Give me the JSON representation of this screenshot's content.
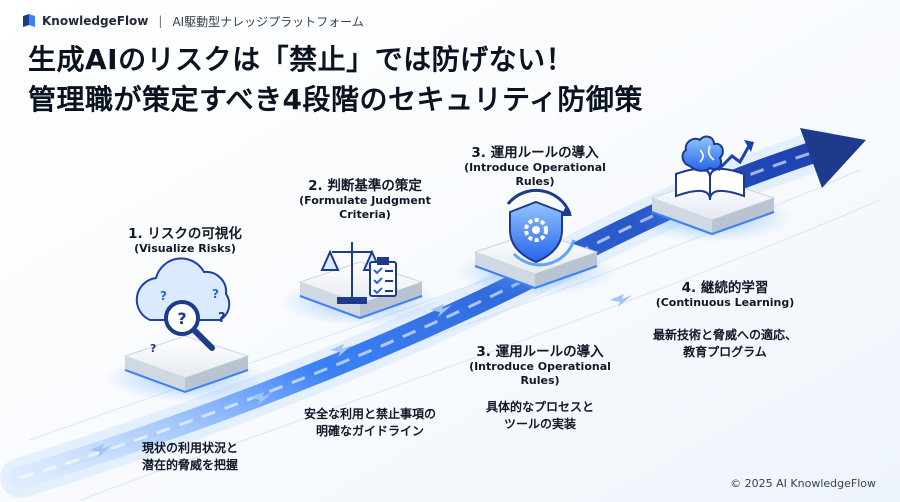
{
  "header": {
    "brand": "KnowledgeFlow",
    "separator": "|",
    "tagline": "AI駆動型ナレッジプラットフォーム"
  },
  "title": {
    "line1": "生成AIのリスクは「禁止」では防げない！",
    "line2": "管理職が策定すべき4段階のセキュリティ防御策"
  },
  "steps": [
    {
      "label": "1. リスクの可視化",
      "en": "(Visualize Risks)",
      "desc1": "現状の利用状況と",
      "desc2": "潜在的脅威を把握",
      "icon": "cloud-magnifier-icon"
    },
    {
      "label": "2. 判断基準の策定",
      "en1": "(Formulate Judgment",
      "en2": "Criteria)",
      "desc1": "安全な利用と禁止事項の",
      "desc2": "明確なガイドライン",
      "icon": "scale-checklist-icon"
    },
    {
      "label": "3. 運用ルールの導入",
      "en1": "(Introduce Operational",
      "en2": "Rules)",
      "icon": "shield-gear-icon"
    },
    {
      "label": "3. 運用ルールの導入",
      "en1": "(Introduce Operational",
      "en2": "Rules)",
      "desc1": "具体的なプロセスと",
      "desc2": "ツールの実装"
    },
    {
      "label": "4. 継続的学習",
      "en": "(Continuous Learning)",
      "desc1": "最新技術と脅威への適応、",
      "desc2": "教育プログラム",
      "icon": "brain-book-icon"
    }
  ],
  "footer": {
    "copyright": "© 2025 AI KnowledgeFlow"
  },
  "colors": {
    "accent": "#2563eb",
    "arrow_light": "#93c5fd",
    "arrow_dark": "#1d4ed8"
  }
}
